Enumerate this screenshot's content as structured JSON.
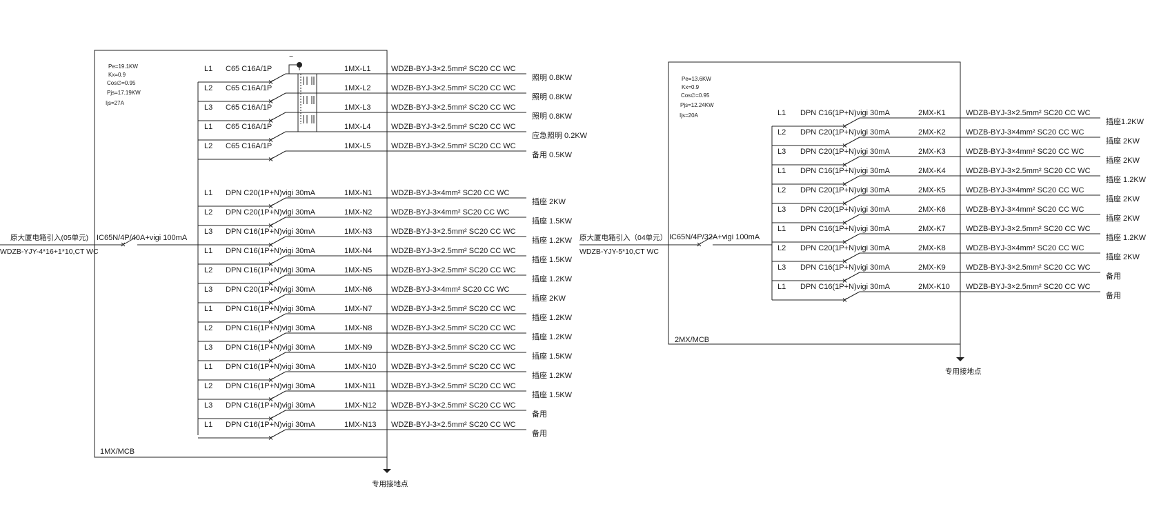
{
  "panel1": {
    "params": [
      "Pe=19.1KW",
      "Kx=0.9",
      "Cos∅=0.95",
      "Pjs=17.19KW",
      "Ijs=27A"
    ],
    "incoming_name": "原大厦电箱引入(05单元)",
    "incoming_cable": "WDZB-YJY-4*16+1*10,CT  WC",
    "main_breaker": "IC65N/4P/40A+vigi 100mA",
    "box_name": "1MX/MCB",
    "ground_label": "专用接地点",
    "contactor_symbol": "−",
    "lighting_circuits": [
      {
        "phase": "L1",
        "breaker": "C65 C16A/1P",
        "circuit": "1MX-L1",
        "cable": "WDZB-BYJ-3×2.5mm² SC20 CC WC",
        "load": "照明 0.8KW"
      },
      {
        "phase": "L2",
        "breaker": "C65 C16A/1P",
        "circuit": "1MX-L2",
        "cable": "WDZB-BYJ-3×2.5mm² SC20 CC WC",
        "load": "照明 0.8KW"
      },
      {
        "phase": "L3",
        "breaker": "C65 C16A/1P",
        "circuit": "1MX-L3",
        "cable": "WDZB-BYJ-3×2.5mm² SC20 CC WC",
        "load": "照明 0.8KW"
      },
      {
        "phase": "L1",
        "breaker": "C65 C16A/1P",
        "circuit": "1MX-L4",
        "cable": "WDZB-BYJ-3×2.5mm² SC20 CC WC",
        "load": "应急照明 0.2KW"
      },
      {
        "phase": "L2",
        "breaker": "C65 C16A/1P",
        "circuit": "1MX-L5",
        "cable": "WDZB-BYJ-3×2.5mm² SC20 CC WC",
        "load": "备用 0.5KW"
      }
    ],
    "socket_circuits": [
      {
        "phase": "L1",
        "breaker": "DPN C20(1P+N)vigi 30mA",
        "circuit": "1MX-N1",
        "cable": "WDZB-BYJ-3×4mm² SC20 CC WC",
        "load": "插座 2KW"
      },
      {
        "phase": "L2",
        "breaker": "DPN C20(1P+N)vigi 30mA",
        "circuit": "1MX-N2",
        "cable": "WDZB-BYJ-3×4mm² SC20 CC WC",
        "load": "插座 1.5KW"
      },
      {
        "phase": "L3",
        "breaker": "DPN C16(1P+N)vigi 30mA",
        "circuit": "1MX-N3",
        "cable": "WDZB-BYJ-3×2.5mm² SC20 CC WC",
        "load": "插座 1.2KW"
      },
      {
        "phase": "L1",
        "breaker": "DPN C16(1P+N)vigi 30mA",
        "circuit": "1MX-N4",
        "cable": "WDZB-BYJ-3×2.5mm² SC20 CC WC",
        "load": "插座 1.5KW"
      },
      {
        "phase": "L2",
        "breaker": "DPN C16(1P+N)vigi 30mA",
        "circuit": "1MX-N5",
        "cable": "WDZB-BYJ-3×2.5mm² SC20 CC WC",
        "load": "插座 1.2KW"
      },
      {
        "phase": "L3",
        "breaker": "DPN C20(1P+N)vigi 30mA",
        "circuit": "1MX-N6",
        "cable": "WDZB-BYJ-3×4mm² SC20 CC WC",
        "load": "插座 2KW"
      },
      {
        "phase": "L1",
        "breaker": "DPN C16(1P+N)vigi 30mA",
        "circuit": "1MX-N7",
        "cable": "WDZB-BYJ-3×2.5mm² SC20 CC WC",
        "load": "插座 1.2KW"
      },
      {
        "phase": "L2",
        "breaker": "DPN C16(1P+N)vigi 30mA",
        "circuit": "1MX-N8",
        "cable": "WDZB-BYJ-3×2.5mm² SC20 CC WC",
        "load": "插座 1.2KW"
      },
      {
        "phase": "L3",
        "breaker": "DPN C16(1P+N)vigi 30mA",
        "circuit": "1MX-N9",
        "cable": "WDZB-BYJ-3×2.5mm² SC20 CC WC",
        "load": "插座 1.5KW"
      },
      {
        "phase": "L1",
        "breaker": "DPN C16(1P+N)vigi 30mA",
        "circuit": "1MX-N10",
        "cable": "WDZB-BYJ-3×2.5mm² SC20 CC WC",
        "load": "插座 1.2KW"
      },
      {
        "phase": "L2",
        "breaker": "DPN C16(1P+N)vigi 30mA",
        "circuit": "1MX-N11",
        "cable": "WDZB-BYJ-3×2.5mm² SC20 CC WC",
        "load": "插座 1.5KW"
      },
      {
        "phase": "L3",
        "breaker": "DPN C16(1P+N)vigi 30mA",
        "circuit": "1MX-N12",
        "cable": "WDZB-BYJ-3×2.5mm² SC20 CC WC",
        "load": "备用"
      },
      {
        "phase": "L1",
        "breaker": "DPN C16(1P+N)vigi 30mA",
        "circuit": "1MX-N13",
        "cable": "WDZB-BYJ-3×2.5mm² SC20 CC WC",
        "load": "备用"
      }
    ]
  },
  "panel2": {
    "params": [
      "Pe=13.6KW",
      "Kx=0.9",
      "Cos∅=0.95",
      "Pjs=12.24KW",
      "Ijs=20A"
    ],
    "incoming_name": "原大厦电箱引入（04单元）",
    "incoming_cable": "WDZB-YJY-5*10,CT  WC",
    "main_breaker": "IC65N/4P/32A+vigi 100mA",
    "box_name": "2MX/MCB",
    "ground_label": "专用接地点",
    "circuits": [
      {
        "phase": "L1",
        "breaker": "DPN C16(1P+N)vigi 30mA",
        "circuit": "2MX-K1",
        "cable": "WDZB-BYJ-3×2.5mm² SC20 CC WC",
        "load": "插座1.2KW"
      },
      {
        "phase": "L2",
        "breaker": "DPN C20(1P+N)vigi 30mA",
        "circuit": "2MX-K2",
        "cable": "WDZB-BYJ-3×4mm² SC20 CC WC",
        "load": "插座 2KW"
      },
      {
        "phase": "L3",
        "breaker": "DPN C20(1P+N)vigi 30mA",
        "circuit": "2MX-K3",
        "cable": "WDZB-BYJ-3×4mm² SC20 CC WC",
        "load": "插座 2KW"
      },
      {
        "phase": "L1",
        "breaker": "DPN C16(1P+N)vigi 30mA",
        "circuit": "2MX-K4",
        "cable": "WDZB-BYJ-3×2.5mm² SC20 CC WC",
        "load": "插座 1.2KW"
      },
      {
        "phase": "L2",
        "breaker": "DPN C20(1P+N)vigi 30mA",
        "circuit": "2MX-K5",
        "cable": "WDZB-BYJ-3×4mm² SC20 CC WC",
        "load": "插座 2KW"
      },
      {
        "phase": "L3",
        "breaker": "DPN C20(1P+N)vigi 30mA",
        "circuit": "2MX-K6",
        "cable": "WDZB-BYJ-3×4mm² SC20 CC WC",
        "load": "插座 2KW"
      },
      {
        "phase": "L1",
        "breaker": "DPN C16(1P+N)vigi 30mA",
        "circuit": "2MX-K7",
        "cable": "WDZB-BYJ-3×2.5mm² SC20 CC WC",
        "load": "插座 1.2KW"
      },
      {
        "phase": "L2",
        "breaker": "DPN C20(1P+N)vigi 30mA",
        "circuit": "2MX-K8",
        "cable": "WDZB-BYJ-3×4mm² SC20 CC WC",
        "load": "插座 2KW"
      },
      {
        "phase": "L3",
        "breaker": "DPN C16(1P+N)vigi 30mA",
        "circuit": "2MX-K9",
        "cable": "WDZB-BYJ-3×2.5mm² SC20 CC WC",
        "load": "备用"
      },
      {
        "phase": "L1",
        "breaker": "DPN C16(1P+N)vigi 30mA",
        "circuit": "2MX-K10",
        "cable": "WDZB-BYJ-3×2.5mm² SC20 CC WC",
        "load": "备用"
      }
    ]
  }
}
